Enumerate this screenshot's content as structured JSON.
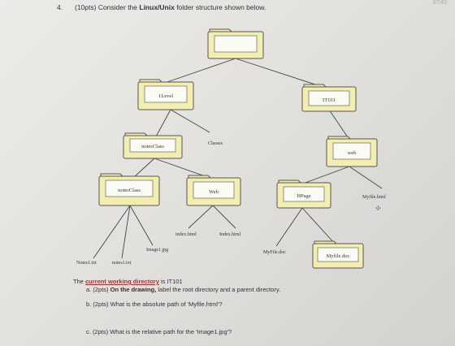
{
  "header": {
    "number": "4.",
    "points": "(10pts) Consider the ",
    "topic": "Linux/Unix",
    "rest": " folder structure shown below."
  },
  "corner_text": "37/43",
  "folders": {
    "root": "",
    "one_level": "1Level",
    "it101": "IT101",
    "notes_class_top": "notesClass",
    "web_right": "web",
    "notes_class_bottom": "notesClass",
    "web_mid": "Web",
    "hpage": "HPage",
    "myfile_doc_folder": "Myfile.doc"
  },
  "files": {
    "classes": "Classes",
    "myfile_html": "Myfile.html",
    "index_html_1": "index.html",
    "index_html_2": "Index.html",
    "image1_jpg": "Image1.jpg",
    "myfile_doc": "MyFile.doc",
    "notes1_txt_a": "Notes1.txt",
    "notes1_txt_b": "notes1.txt"
  },
  "questions": {
    "intro_prefix": "The ",
    "intro_link": "current working directory",
    "intro_suffix": " is IT101",
    "a_letter": "a.",
    "a_points": "(2pts) ",
    "a_bold": "On the drawing,",
    "a_rest": " label the root directory and a parent directory.",
    "b_letter": "b.",
    "b_text": "(2pts) What is the absolute path of 'Myfile.html'?",
    "c_letter": "c.",
    "c_text": "(2pts) What is the relative path for the 'Image1.jpg'?"
  }
}
